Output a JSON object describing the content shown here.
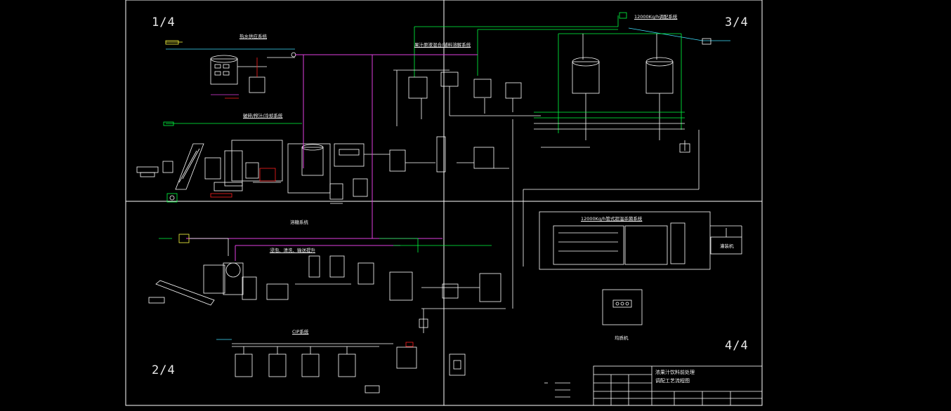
{
  "quadrants": {
    "q1": "1/4",
    "q2": "2/4",
    "q3": "3/4",
    "q4": "4/4"
  },
  "labels": {
    "hot_water": "热水供应系统",
    "juice_blend": "果汁原液混合/辅料溶解系统",
    "aseptic_12000": "12000Kg/h调配系统",
    "pulp_section": "破碎/榨汁/冷却系统",
    "sterilizer_12000": "12000Kg/h管式超温杀菌系统",
    "sugar_section": "溶糖系统",
    "washing_section": "浸泡、清洗、输送提升",
    "cip_system": "CIP系统",
    "filler_machine": "灌装机",
    "homogenizer": "均质机"
  },
  "title_block": {
    "line1": "浓果汁饮料前处理",
    "line2": "调配工艺流程图"
  },
  "colors": {
    "background": "#000000",
    "line": "#ffffff",
    "pipe_green": "#00ff40",
    "pipe_magenta": "#e040e0",
    "pipe_cyan": "#40e0ff",
    "accent_red": "#ff2020",
    "accent_yellow": "#ffff40"
  }
}
